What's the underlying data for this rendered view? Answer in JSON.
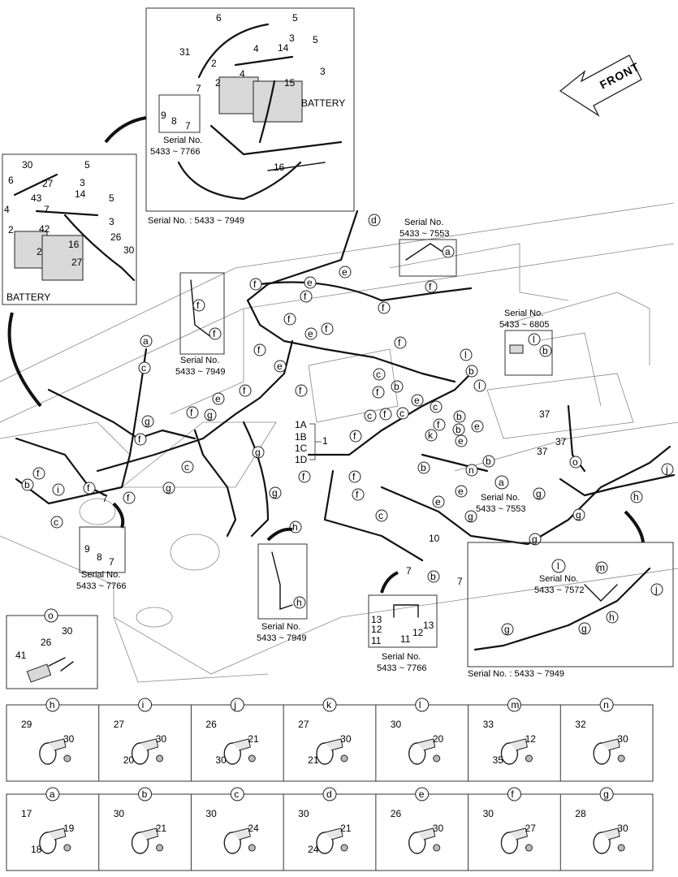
{
  "front_label": "FRONT",
  "battery_label": "BATTERY",
  "serials": {
    "s7949": "Serial No. : 5433 ~ 7949",
    "s7766": "5433 ~ 7766",
    "s7553": "5433 ~ 7553",
    "s6805": "5433 ~ 6805",
    "s7949b": "5433 ~ 7949",
    "s7572": "5433 ~ 7572",
    "serial_no": "Serial No."
  },
  "callouts": {
    "n1": "1",
    "n1A": "1A",
    "n1B": "1B",
    "n1C": "1C",
    "n1D": "1D",
    "n2": "2",
    "n3": "3",
    "n4": "4",
    "n5": "5",
    "n6": "6",
    "n7": "7",
    "n8": "8",
    "n9": "9",
    "n10": "10",
    "n11": "11",
    "n12": "12",
    "n13": "13",
    "n14": "14",
    "n15": "15",
    "n16": "16",
    "n26": "26",
    "n27": "27",
    "n30": "30",
    "n31": "31",
    "n37": "37",
    "n41": "41",
    "n42": "42",
    "n43": "43"
  },
  "letters": {
    "a": "a",
    "b": "b",
    "c": "c",
    "d": "d",
    "e": "e",
    "f": "f",
    "g": "g",
    "h": "h",
    "i": "i",
    "j": "j",
    "k": "k",
    "l": "l",
    "m": "m",
    "n": "n",
    "o": "o"
  },
  "detail_o": {
    "letter": "o",
    "parts": [
      "30",
      "26",
      "41"
    ]
  },
  "clamp_row1": [
    {
      "letter": "h",
      "parts": [
        "29",
        "30"
      ]
    },
    {
      "letter": "i",
      "parts": [
        "27",
        "30",
        "20"
      ]
    },
    {
      "letter": "j",
      "parts": [
        "26",
        "21",
        "30"
      ]
    },
    {
      "letter": "k",
      "parts": [
        "27",
        "30",
        "21"
      ]
    },
    {
      "letter": "l",
      "parts": [
        "30",
        "20"
      ]
    },
    {
      "letter": "m",
      "parts": [
        "33",
        "12",
        "35"
      ]
    },
    {
      "letter": "n",
      "parts": [
        "32",
        "30"
      ]
    }
  ],
  "clamp_row2": [
    {
      "letter": "a",
      "parts": [
        "17",
        "19",
        "18"
      ]
    },
    {
      "letter": "b",
      "parts": [
        "30",
        "21"
      ]
    },
    {
      "letter": "c",
      "parts": [
        "30",
        "24"
      ]
    },
    {
      "letter": "d",
      "parts": [
        "30",
        "21",
        "24"
      ]
    },
    {
      "letter": "e",
      "parts": [
        "26",
        "30"
      ]
    },
    {
      "letter": "f",
      "parts": [
        "30",
        "27"
      ]
    },
    {
      "letter": "g",
      "parts": [
        "28",
        "30"
      ]
    }
  ]
}
